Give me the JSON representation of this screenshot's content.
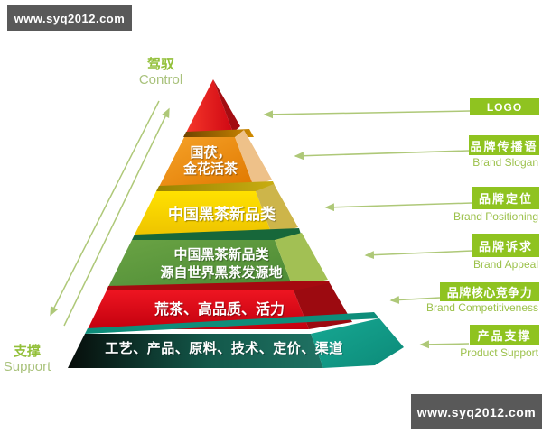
{
  "watermarks": {
    "top_left": "www.syq2012.com",
    "bottom_right": "www.syq2012.com"
  },
  "axis_labels": {
    "control": {
      "zh": "驾驭",
      "en": "Control"
    },
    "support": {
      "zh": "支撑",
      "en": "Support"
    }
  },
  "pyramid": {
    "layers": [
      {
        "name": "apex-logo",
        "line1": "",
        "line2": ""
      },
      {
        "name": "layer-2",
        "line1": "国茯，",
        "line2": "金花活茶"
      },
      {
        "name": "layer-3",
        "line1": "中国黑茶新品类",
        "line2": ""
      },
      {
        "name": "layer-4",
        "line1": "中国黑茶新品类",
        "line2": "源自世界黑茶发源地"
      },
      {
        "name": "layer-5",
        "line1": "荒茶、高品质、活力",
        "line2": ""
      },
      {
        "name": "layer-6",
        "line1": "工艺、产品、原料、技术、定价、渠道",
        "line2": ""
      }
    ]
  },
  "side_labels": [
    {
      "zh": "LOGO",
      "en": ""
    },
    {
      "zh": "品牌传播语",
      "en": "Brand Slogan"
    },
    {
      "zh": "品牌定位",
      "en": "Brand Positioning"
    },
    {
      "zh": "品牌诉求",
      "en": "Brand Appeal"
    },
    {
      "zh": "品牌核心竞争力",
      "en": "Brand Competitiveness"
    },
    {
      "zh": "产品支撑",
      "en": "Product Support"
    }
  ],
  "colors": {
    "label_green": "#8fc320",
    "english_green": "#9cc14b",
    "arrow_green": "#aec878",
    "apex_red": "#e0121a",
    "layer2_orange": "#ec8a0d",
    "layer2_side": "#eec189",
    "layer3_yellow": "#f8d400",
    "layer3_side": "#cdb54a",
    "layer4_green": "#5d9a3d",
    "layer4_side": "#a2c054",
    "layer5_red": "#e00616",
    "layer5_side": "#9c0a10",
    "layer6_teal_dark": "#0a100d",
    "layer6_teal": "#1d6e5e",
    "layer6_side_teal": "#0fa08c",
    "watermark_gray": "#595959"
  }
}
